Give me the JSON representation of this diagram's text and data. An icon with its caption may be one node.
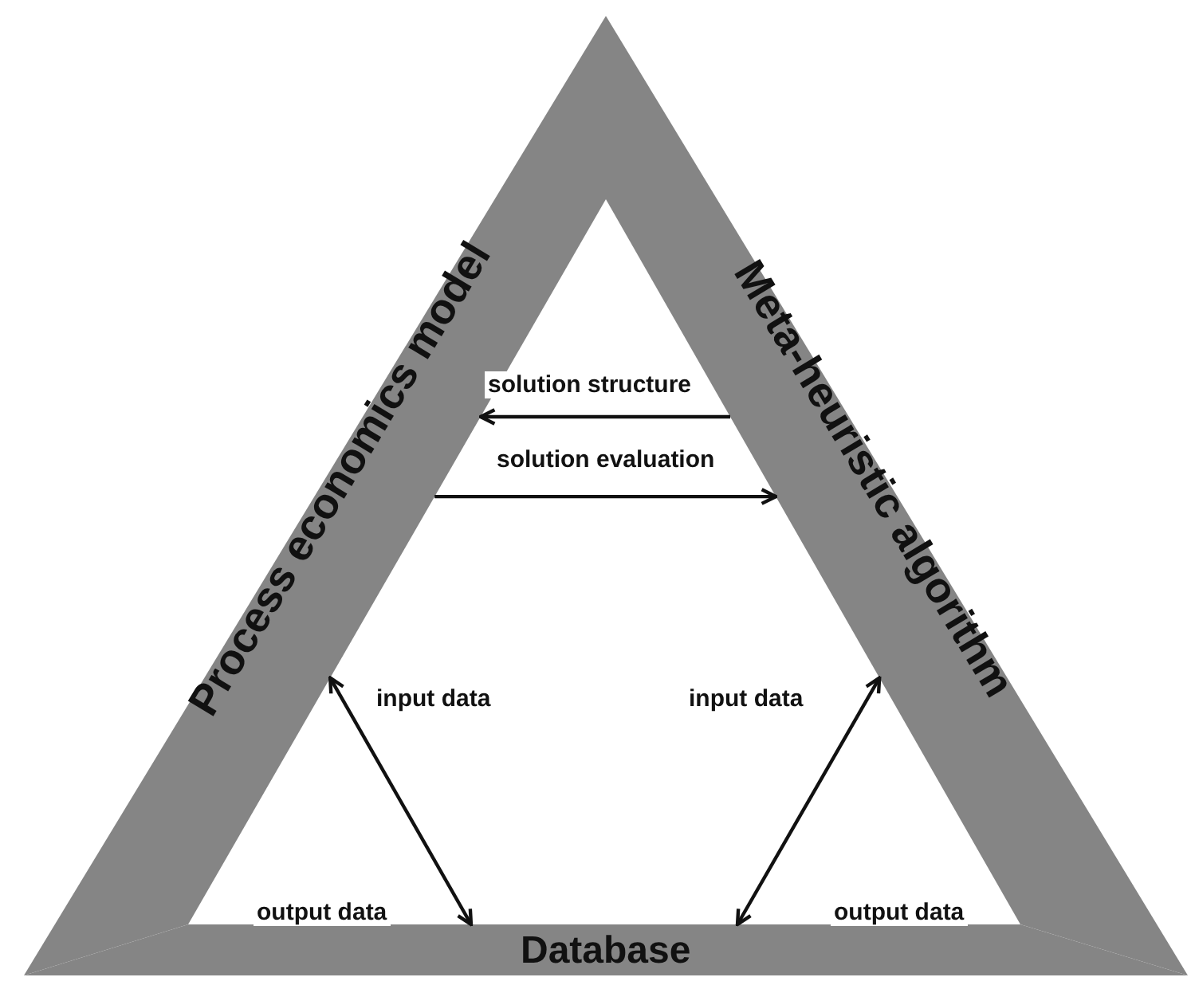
{
  "diagram": {
    "nodes": [
      {
        "text": [
          "Process economics model"
        ]
      },
      {
        "text": [
          "Meta-heuristic algorithm"
        ]
      },
      {
        "text": [
          "Database"
        ]
      }
    ],
    "edges": [
      {
        "from": 1,
        "to": 0,
        "arrow": "to",
        "label": "solution structure"
      },
      {
        "from": 0,
        "to": 1,
        "arrow": "to",
        "label": "solution evaluation"
      },
      {
        "from": 0,
        "to": 2,
        "arrow": "both"
      },
      {
        "from": 1,
        "to": 2,
        "arrow": "both"
      }
    ],
    "labels": [
      "input data",
      "input data",
      "output data",
      "output data"
    ]
  }
}
